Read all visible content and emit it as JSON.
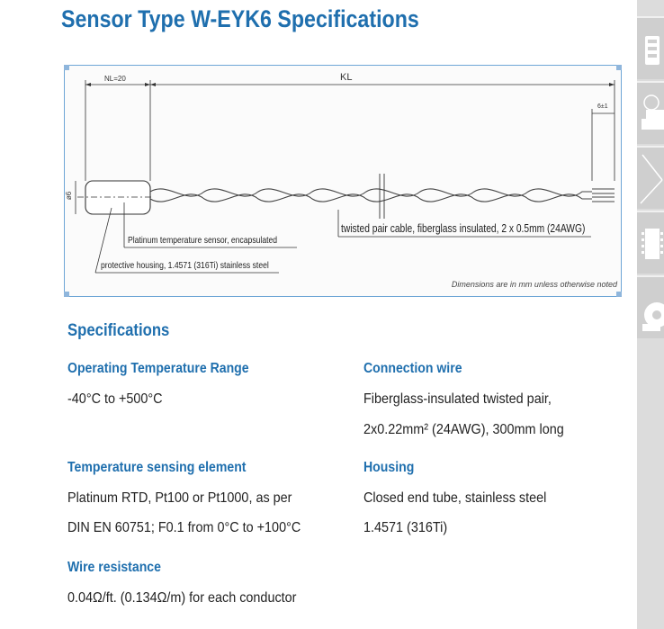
{
  "header": {
    "title": "Sensor Type W-EYK6 Specifications"
  },
  "drawing": {
    "dim_nl": "NL=20",
    "dim_kl": "KL",
    "dim_6": "6±1",
    "dim_diameter": "ø6",
    "callout_sensor": "Platinum temperature sensor, encapsulated",
    "callout_housing": "protective housing, 1.4571 (316Ti) stainless steel",
    "callout_cable": "twisted pair cable, fiberglass insulated, 2 x 0.5mm (24AWG)",
    "note": "Dimensions are in mm unless otherwise noted"
  },
  "specs": {
    "title": "Specifications",
    "op_temp": {
      "label": "Operating Temperature Range",
      "lines": [
        "-40°C to +500°C"
      ]
    },
    "connection": {
      "label": "Connection wire",
      "lines": [
        "Fiberglass-insulated twisted pair,",
        "2x0.22mm² (24AWG), 300mm long"
      ]
    },
    "sensing": {
      "label": "Temperature sensing element",
      "lines": [
        "Platinum RTD, Pt100 or Pt1000, as per",
        "DIN EN 60751; F0.1 from 0°C to +100°C"
      ]
    },
    "housing": {
      "label": "Housing",
      "lines": [
        "Closed end tube, stainless steel",
        "1.4571 (316Ti)"
      ]
    },
    "wire_res": {
      "label": "Wire resistance",
      "lines": [
        "0.04Ω/ft. (0.134Ω/m) for each conductor"
      ]
    }
  },
  "sidebar": {
    "icons": [
      "module-icon",
      "gauge-icon",
      "probe-icon",
      "chip-icon",
      "cable-reel-icon"
    ]
  }
}
